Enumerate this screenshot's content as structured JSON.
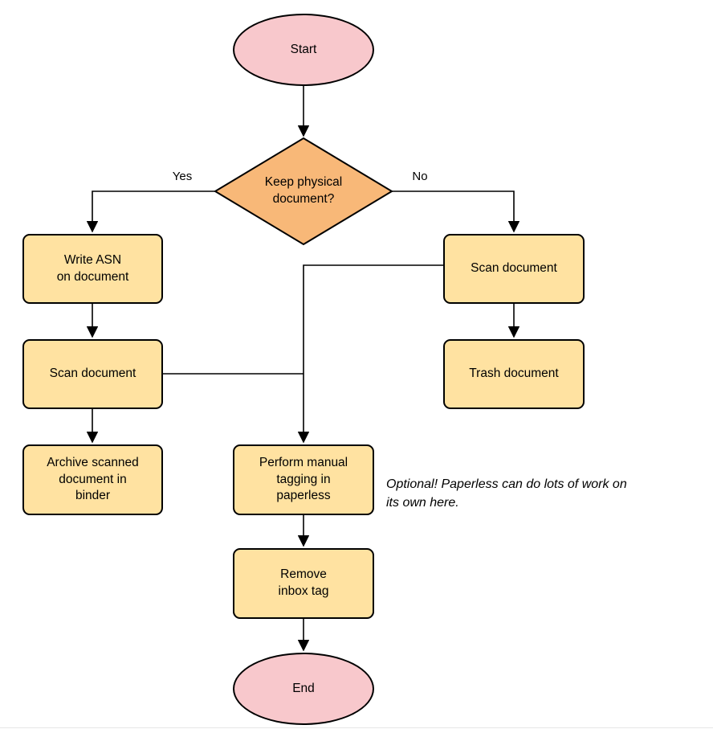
{
  "colors": {
    "ellipse_fill": "#F8C8CC",
    "diamond_fill": "#F8B878",
    "box_fill": "#FFE2A1",
    "stroke": "#000000"
  },
  "nodes": {
    "start": {
      "label": "Start"
    },
    "decision": {
      "label": "Keep physical\ndocument?"
    },
    "write_asn": {
      "label": "Write ASN\non document"
    },
    "scan_right": {
      "label": "Scan document"
    },
    "scan_left": {
      "label": "Scan document"
    },
    "trash": {
      "label": "Trash document"
    },
    "archive": {
      "label": "Archive scanned\ndocument in\nbinder"
    },
    "tagging": {
      "label": "Perform manual\ntagging in\npaperless"
    },
    "remove": {
      "label": "Remove\ninbox tag"
    },
    "end": {
      "label": "End"
    }
  },
  "edges": {
    "yes_label": "Yes",
    "no_label": "No"
  },
  "annotation": {
    "text": "Optional! Paperless can do lots of work on\nits own here."
  }
}
